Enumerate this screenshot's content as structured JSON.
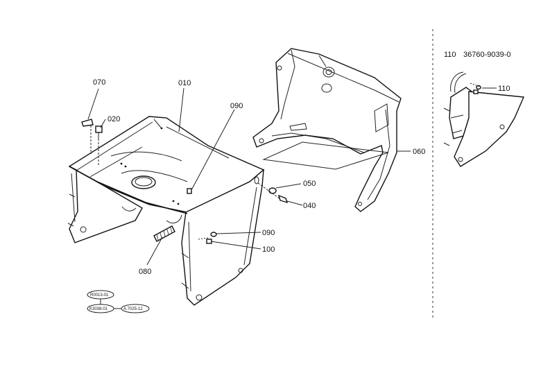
{
  "parts": {
    "p010": "010",
    "p020": "020",
    "p040": "040",
    "p050": "050",
    "p060": "060",
    "p070": "070",
    "p080": "080",
    "p090a": "090",
    "p090b": "090",
    "p100": "100",
    "p110": "110"
  },
  "inset": {
    "ref_number": "110",
    "part_code": "36760-9039-0",
    "callout": "110"
  },
  "legend_bubbles": {
    "top": "R0013-01",
    "left": "K3038-01",
    "right": "A.7025-12"
  }
}
